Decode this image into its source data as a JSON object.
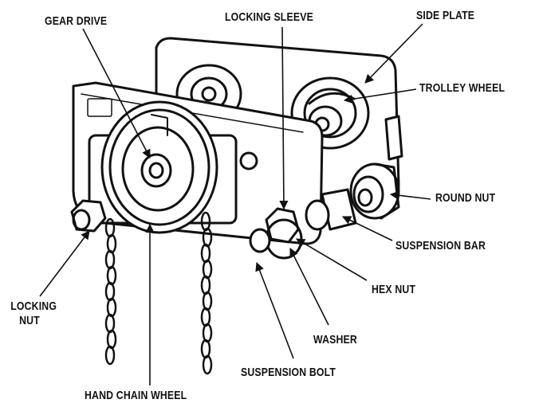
{
  "labels": {
    "gear_drive": "GEAR DRIVE",
    "locking_sleeve": "LOCKING SLEEVE",
    "side_plate": "SIDE PLATE",
    "trolley_wheel": "TROLLEY WHEEL",
    "round_nut": "ROUND NUT",
    "suspension_bar": "SUSPENSION BAR",
    "hex_nut": "HEX NUT",
    "washer": "WASHER",
    "suspension_bolt": "SUSPENSION BOLT",
    "hand_chain_wheel": "HAND CHAIN WHEEL",
    "locking_nut_line1": "LOCKING",
    "locking_nut_line2": "NUT"
  }
}
